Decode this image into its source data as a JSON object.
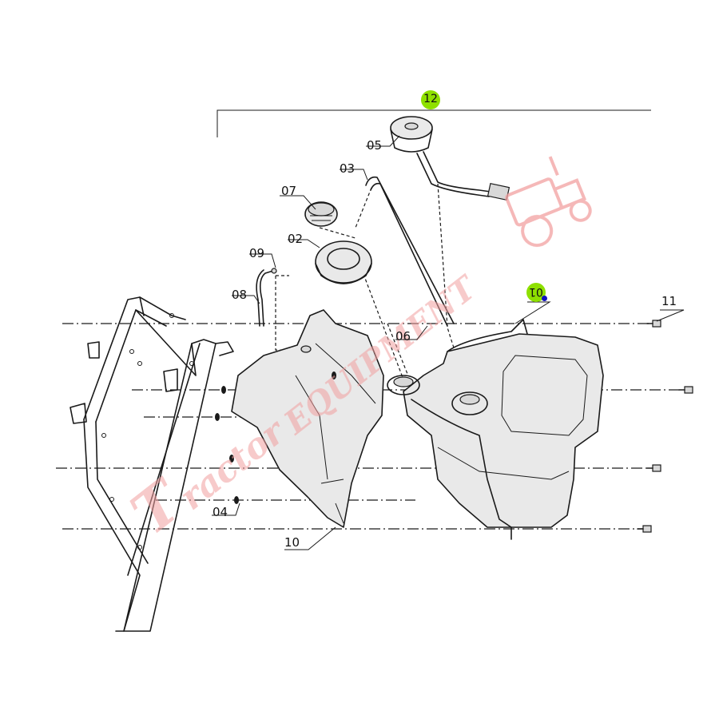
{
  "callouts": {
    "p01": "01",
    "p02": "02",
    "p03": "03",
    "p04": "04",
    "p05": "05",
    "p06": "06",
    "p07": "07",
    "p08": "08",
    "p09": "09",
    "p10": "10",
    "p11": "11",
    "p12": "12"
  },
  "highlight_color": "#8ee000",
  "marker_color": "#1010c0",
  "watermark": {
    "text": "Tractor Equipment",
    "color": "#f2a0a0"
  }
}
